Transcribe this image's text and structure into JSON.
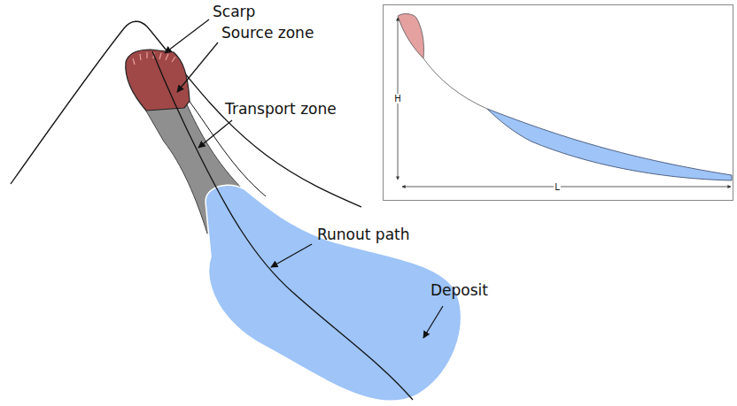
{
  "diagram": {
    "labels": [
      "Scarp",
      "Source zone",
      "Transport zone",
      "Runout path",
      "Deposit",
      "H",
      "L"
    ]
  }
}
